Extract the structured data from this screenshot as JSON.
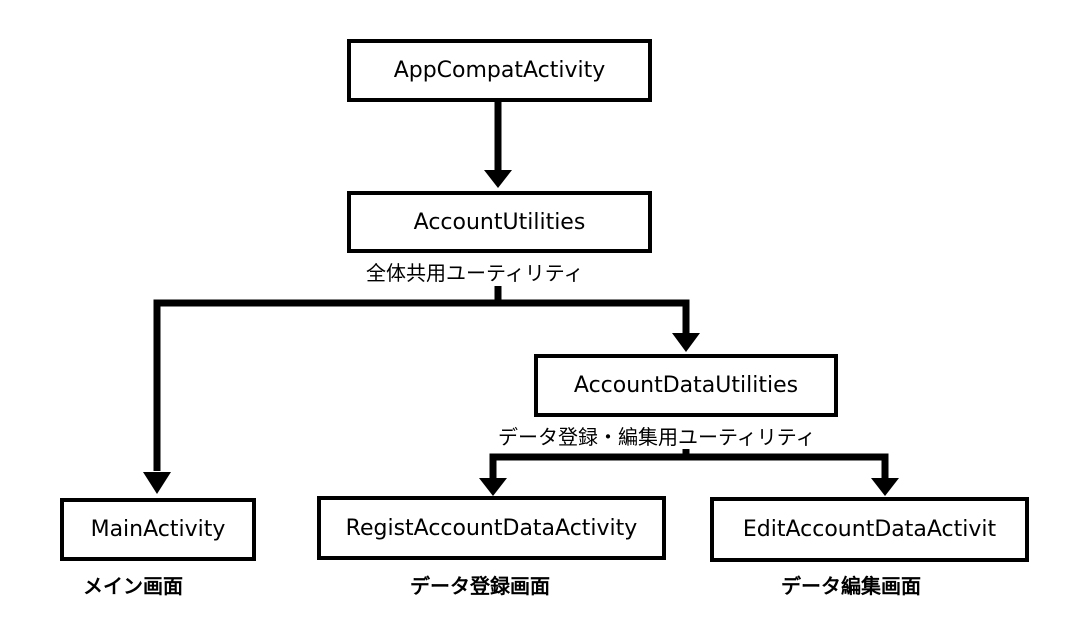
{
  "nodes": {
    "app_compat_activity": "AppCompatActivity",
    "account_utilities": "AccountUtilities",
    "account_data_utilities": "AccountDataUtilities",
    "main_activity": "MainActivity",
    "regist_account_data_activity": "RegistAccountDataActivity",
    "edit_account_data_activity": "EditAccountDataActivit"
  },
  "captions": {
    "account_utilities_note": "全体共用ユーティリティ",
    "account_data_utilities_note": "データ登録・編集用ユーティリティ",
    "main_activity_note": "メイン画面",
    "regist_note": "データ登録画面",
    "edit_note": "データ編集画面"
  },
  "colors": {
    "line": "#000000",
    "box_border": "#000000",
    "background": "#ffffff"
  }
}
